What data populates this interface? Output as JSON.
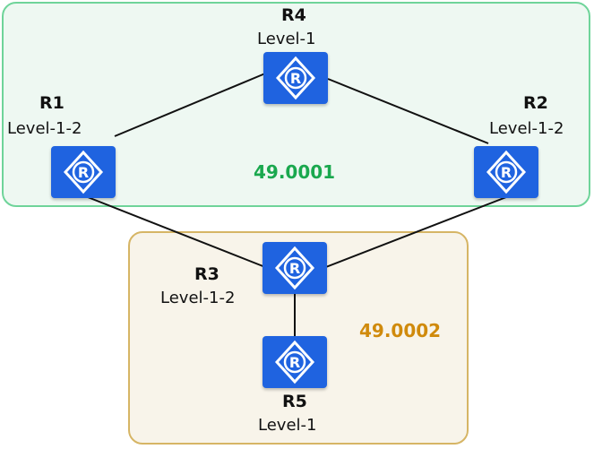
{
  "areas": [
    {
      "id": "49.0001",
      "color": "#1aa84e",
      "border": "#6fd49a",
      "fill": "#eef8f2"
    },
    {
      "id": "49.0002",
      "color": "#d08a0c",
      "border": "#d6b565",
      "fill": "#f8f4ea"
    }
  ],
  "routers": {
    "r1": {
      "name": "R1",
      "level": "Level-1-2",
      "icon": "router-icon"
    },
    "r2": {
      "name": "R2",
      "level": "Level-1-2",
      "icon": "router-icon"
    },
    "r3": {
      "name": "R3",
      "level": "Level-1-2",
      "icon": "router-icon"
    },
    "r4": {
      "name": "R4",
      "level": "Level-1",
      "icon": "router-icon"
    },
    "r5": {
      "name": "R5",
      "level": "Level-1",
      "icon": "router-icon"
    }
  },
  "links": [
    [
      "R1",
      "R4"
    ],
    [
      "R4",
      "R2"
    ],
    [
      "R1",
      "R3"
    ],
    [
      "R2",
      "R3"
    ],
    [
      "R3",
      "R5"
    ]
  ],
  "router_color": "#1f63e0"
}
